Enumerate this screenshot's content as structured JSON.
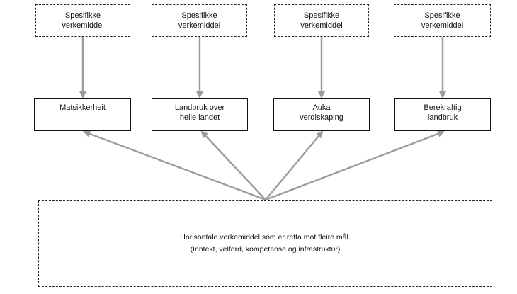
{
  "colors": {
    "arrow": "#9b9b9b",
    "border": "#222222",
    "text": "#111111",
    "background": "#ffffff"
  },
  "specific_instruments": [
    {
      "line1": "Spesifikke",
      "line2": "verkemiddel"
    },
    {
      "line1": "Spesifikke",
      "line2": "verkemiddel"
    },
    {
      "line1": "Spesifikke",
      "line2": "verkemiddel"
    },
    {
      "line1": "Spesifikke",
      "line2": "verkemiddel"
    }
  ],
  "goals": [
    {
      "line1": "Matsikkerheit",
      "line2": ""
    },
    {
      "line1": "Landbruk over",
      "line2": "heile landet"
    },
    {
      "line1": "Auka",
      "line2": "verdiskaping"
    },
    {
      "line1": "Berekraftig",
      "line2": "landbruk"
    }
  ],
  "horizontal": {
    "line1": "Horisontale verkemiddel som er retta mot  fleire  mål.",
    "line2": "(Inntekt, velferd, kompetanse og infrastruktur)"
  }
}
